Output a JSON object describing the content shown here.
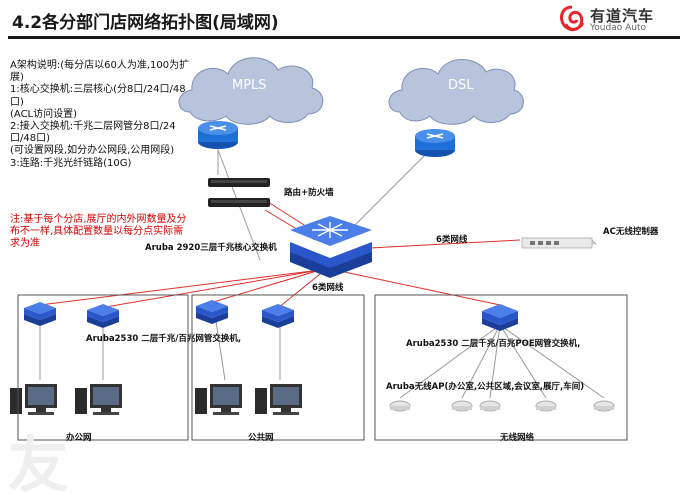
{
  "title": "4.2各分部门店网络拓扑图(局域网)",
  "logo": {
    "cn": "有道汽车",
    "en": "Youdao Auto",
    "color": "#e8262a"
  },
  "notes": [
    "A架构说明:(每分店以60人为准,100为扩展)",
    "1:核心交换机:三层核心(分8口/24口/48口)",
    "(ACL访问设置)",
    "2:接入交换机:千兆二层网管分8口/24口/48口)",
    "(可设置网段,如分办公网段,公用网段)",
    "3:连路:千兆光纤链路(10G)"
  ],
  "warning": "注:基于每个分店,展厅的内外网数量及分布不一样,具体配置数量以每分点实际需求为准",
  "clouds": {
    "mpls": "MPLS",
    "dsl": "DSL"
  },
  "labels": {
    "firewall": "路由+防火墙",
    "core_switch": "Aruba 2920三层千兆核心交换机",
    "ac_controller": "AC无线控制器",
    "link_ac": "6类网线",
    "link_down": "6类网线",
    "access_switch": "Aruba2530 二层千兆/百兆网管交换机,",
    "poe_switch": "Aruba2530 二层千兆/百兆POE网管交换机,",
    "ap": "Aruba无线AP(办公室,公共区域,会议室,展厅,车间)",
    "office_net": "办公网",
    "public_net": "公共网",
    "wireless_net": "无线网络"
  },
  "colors": {
    "link_red": "#e0302a",
    "link_gray": "#9a9a9a",
    "router_blue": "#1f6fd6",
    "switch_blue": "#2a57c9",
    "cloud": "#b8c4dc"
  }
}
